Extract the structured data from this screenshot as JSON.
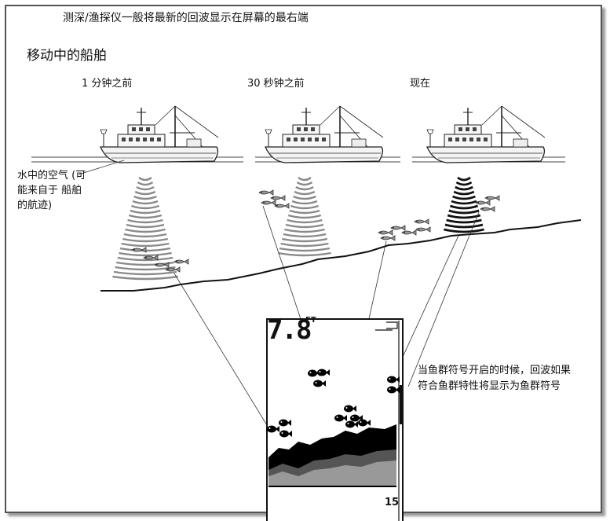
{
  "caption": "测深/渔探仪一般将最新的回波显示在屏幕的最右端",
  "title": "移动中的船舶",
  "time_labels": [
    "1 分钟之前",
    "30 秒钟之前",
    "现在"
  ],
  "air_note": "水中的空气 (可能来自于 船舶的航迹)",
  "fish_symbol_note": "当鱼群符号开启的时候，回波如果符合鱼群特性将显示为鱼群符号",
  "sonar_display": {
    "depth_value": "7.8",
    "depth_unit": "FT",
    "range_max": "15"
  }
}
